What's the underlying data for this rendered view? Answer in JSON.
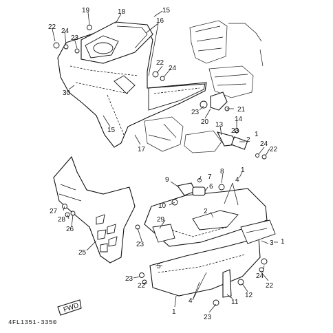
{
  "catalog_number": "4FL1351-3350",
  "fwd_marker": "FWD",
  "callouts": [
    {
      "id": "c19a",
      "label": "19"
    },
    {
      "id": "c18",
      "label": "18"
    },
    {
      "id": "c15a",
      "label": "15"
    },
    {
      "id": "c16",
      "label": "16"
    },
    {
      "id": "c22a",
      "label": "22"
    },
    {
      "id": "c24a",
      "label": "24"
    },
    {
      "id": "c23a",
      "label": "23"
    },
    {
      "id": "c22b",
      "label": "22"
    },
    {
      "id": "c24b",
      "label": "24"
    },
    {
      "id": "c30",
      "label": "30"
    },
    {
      "id": "c15b",
      "label": "15"
    },
    {
      "id": "c17",
      "label": "17"
    },
    {
      "id": "c23b",
      "label": "23"
    },
    {
      "id": "c20",
      "label": "20"
    },
    {
      "id": "c21",
      "label": "21"
    },
    {
      "id": "c13",
      "label": "13"
    },
    {
      "id": "c23c",
      "label": "23"
    },
    {
      "id": "c14",
      "label": "14"
    },
    {
      "id": "c2a",
      "label": "2"
    },
    {
      "id": "c1a",
      "label": "1"
    },
    {
      "id": "c24c",
      "label": "24"
    },
    {
      "id": "c22c",
      "label": "22"
    },
    {
      "id": "c9",
      "label": "9"
    },
    {
      "id": "c7",
      "label": "7"
    },
    {
      "id": "c8",
      "label": "8"
    },
    {
      "id": "c1b",
      "label": "1"
    },
    {
      "id": "c4a",
      "label": "4"
    },
    {
      "id": "c6",
      "label": "6"
    },
    {
      "id": "c10",
      "label": "10"
    },
    {
      "id": "c27",
      "label": "27"
    },
    {
      "id": "c28",
      "label": "28"
    },
    {
      "id": "c26",
      "label": "26"
    },
    {
      "id": "c29",
      "label": "29"
    },
    {
      "id": "c2b",
      "label": "2"
    },
    {
      "id": "c23d",
      "label": "23"
    },
    {
      "id": "c25",
      "label": "25"
    },
    {
      "id": "c3",
      "label": "3"
    },
    {
      "id": "c1c",
      "label": "1"
    },
    {
      "id": "c5",
      "label": "5"
    },
    {
      "id": "c23e",
      "label": "23"
    },
    {
      "id": "c22d",
      "label": "22"
    },
    {
      "id": "c24d",
      "label": "24"
    },
    {
      "id": "c22e",
      "label": "22"
    },
    {
      "id": "c12",
      "label": "12"
    },
    {
      "id": "c4b",
      "label": "4"
    },
    {
      "id": "c11",
      "label": "11"
    },
    {
      "id": "c23f",
      "label": "23"
    },
    {
      "id": "c1d",
      "label": "1"
    }
  ]
}
